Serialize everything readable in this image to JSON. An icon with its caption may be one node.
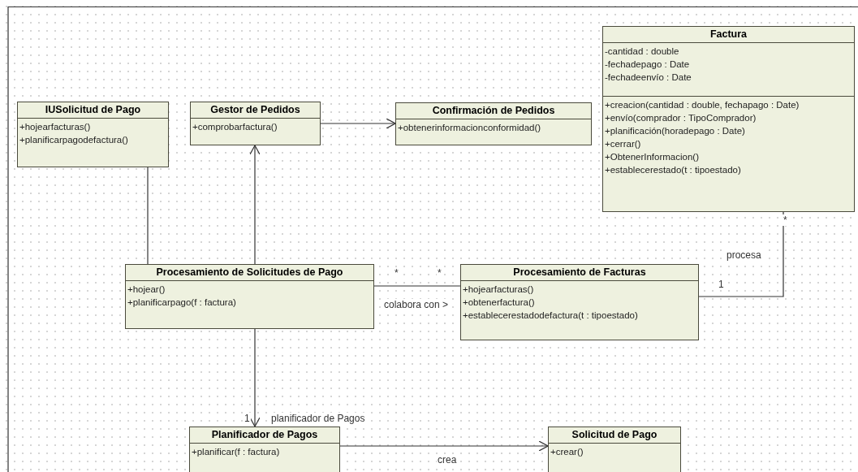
{
  "diagram": {
    "nodes": [
      {
        "text": [
          "IUSolicitud de Pago"
        ]
      },
      {
        "text": [
          "+hojearfacturas()",
          "+planificarpagodefactura()"
        ],
        "in": 0
      },
      {
        "text": [
          "Gestor de Pedidos"
        ]
      },
      {
        "text": [
          "+comprobarfactura()"
        ],
        "in": 2
      },
      {
        "text": [
          "Confirmación de Pedidos"
        ]
      },
      {
        "text": [
          "+obtenerinformacionconformidad()"
        ],
        "in": 4
      },
      {
        "text": [
          "Factura"
        ]
      },
      {
        "text": [
          "-cantidad : double",
          "-fechadepago : Date",
          "-fechadeenvío : Date"
        ],
        "in": 6
      },
      {
        "text": [
          "+creacion(cantidad : double, fechapago : Date)",
          "+envío(comprador : TipoComprador)",
          "+planificación(horadepago : Date)",
          "+cerrar()",
          "+ObtenerInformacion()",
          "+establecerestado(t : tipoestado)"
        ],
        "in": 6
      },
      {
        "text": [
          "Procesamiento de Solicitudes de Pago"
        ]
      },
      {
        "text": [
          "+hojear()",
          "+planificarpago(f : factura)"
        ],
        "in": 9
      },
      {
        "text": [
          "Procesamiento de Facturas"
        ]
      },
      {
        "text": [
          "+hojearfacturas()",
          "+obtenerfactura()",
          "+establecerestadodefactura(t : tipoestado)"
        ],
        "in": 11
      },
      {
        "text": [
          "Planificador de Pagos"
        ]
      },
      {
        "text": [
          "+planificar(f : factura)"
        ],
        "in": 13
      },
      {
        "text": [
          "Solicitud de Pago"
        ]
      },
      {
        "text": [
          "+crear()"
        ],
        "in": 15
      }
    ],
    "edges": [
      {
        "from": 0,
        "to": 9,
        "arrow": "none"
      },
      {
        "from": 9,
        "to": 2,
        "arrow": "to"
      },
      {
        "from": 2,
        "to": 4,
        "arrow": "to"
      },
      {
        "from": 9,
        "to": 11,
        "arrow": "none",
        "label": "colabora con >"
      },
      {
        "from": 6,
        "to": 11,
        "arrow": "none",
        "label": "procesa"
      },
      {
        "from": 9,
        "to": 13,
        "arrow": "to",
        "label": "planificador de Pagos"
      },
      {
        "from": 13,
        "to": 15,
        "arrow": "to",
        "label": "crea"
      }
    ],
    "labels": [
      "*",
      "*",
      "*",
      "1",
      "1"
    ]
  }
}
